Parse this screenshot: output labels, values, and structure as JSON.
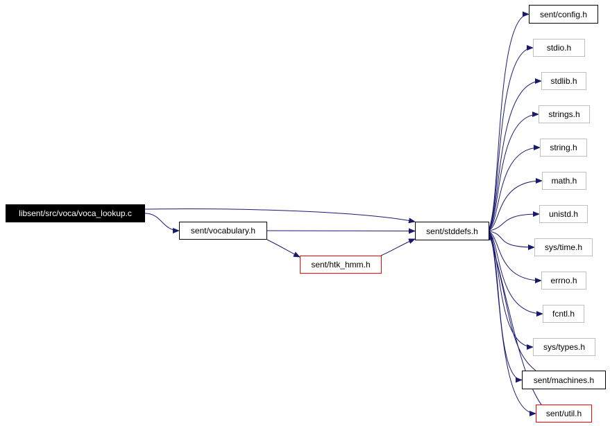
{
  "colors": {
    "edge": "#191970",
    "root_bg": "#000000",
    "red_border": "#ff0000",
    "gray_border": "#bfbfbf"
  },
  "nodes": {
    "root": "libsent/src/voca/voca_lookup.c",
    "vocabulary": "sent/vocabulary.h",
    "htk_hmm": "sent/htk_hmm.h",
    "stddefs": "sent/stddefs.h",
    "config": "sent/config.h",
    "stdio": "stdio.h",
    "stdlib": "stdlib.h",
    "strings": "strings.h",
    "string": "string.h",
    "math": "math.h",
    "unistd": "unistd.h",
    "systime": "sys/time.h",
    "errno": "errno.h",
    "fcntl": "fcntl.h",
    "systypes": "sys/types.h",
    "machines": "sent/machines.h",
    "util": "sent/util.h"
  },
  "edges": [
    [
      "root",
      "vocabulary"
    ],
    [
      "root",
      "stddefs"
    ],
    [
      "vocabulary",
      "stddefs"
    ],
    [
      "vocabulary",
      "htk_hmm"
    ],
    [
      "htk_hmm",
      "stddefs"
    ],
    [
      "stddefs",
      "config"
    ],
    [
      "stddefs",
      "stdio"
    ],
    [
      "stddefs",
      "stdlib"
    ],
    [
      "stddefs",
      "strings"
    ],
    [
      "stddefs",
      "string"
    ],
    [
      "stddefs",
      "math"
    ],
    [
      "stddefs",
      "unistd"
    ],
    [
      "stddefs",
      "systime"
    ],
    [
      "stddefs",
      "errno"
    ],
    [
      "stddefs",
      "fcntl"
    ],
    [
      "stddefs",
      "systypes"
    ],
    [
      "stddefs",
      "machines"
    ],
    [
      "stddefs",
      "util"
    ],
    [
      "machines",
      "stddefs"
    ],
    [
      "util",
      "stddefs"
    ]
  ]
}
